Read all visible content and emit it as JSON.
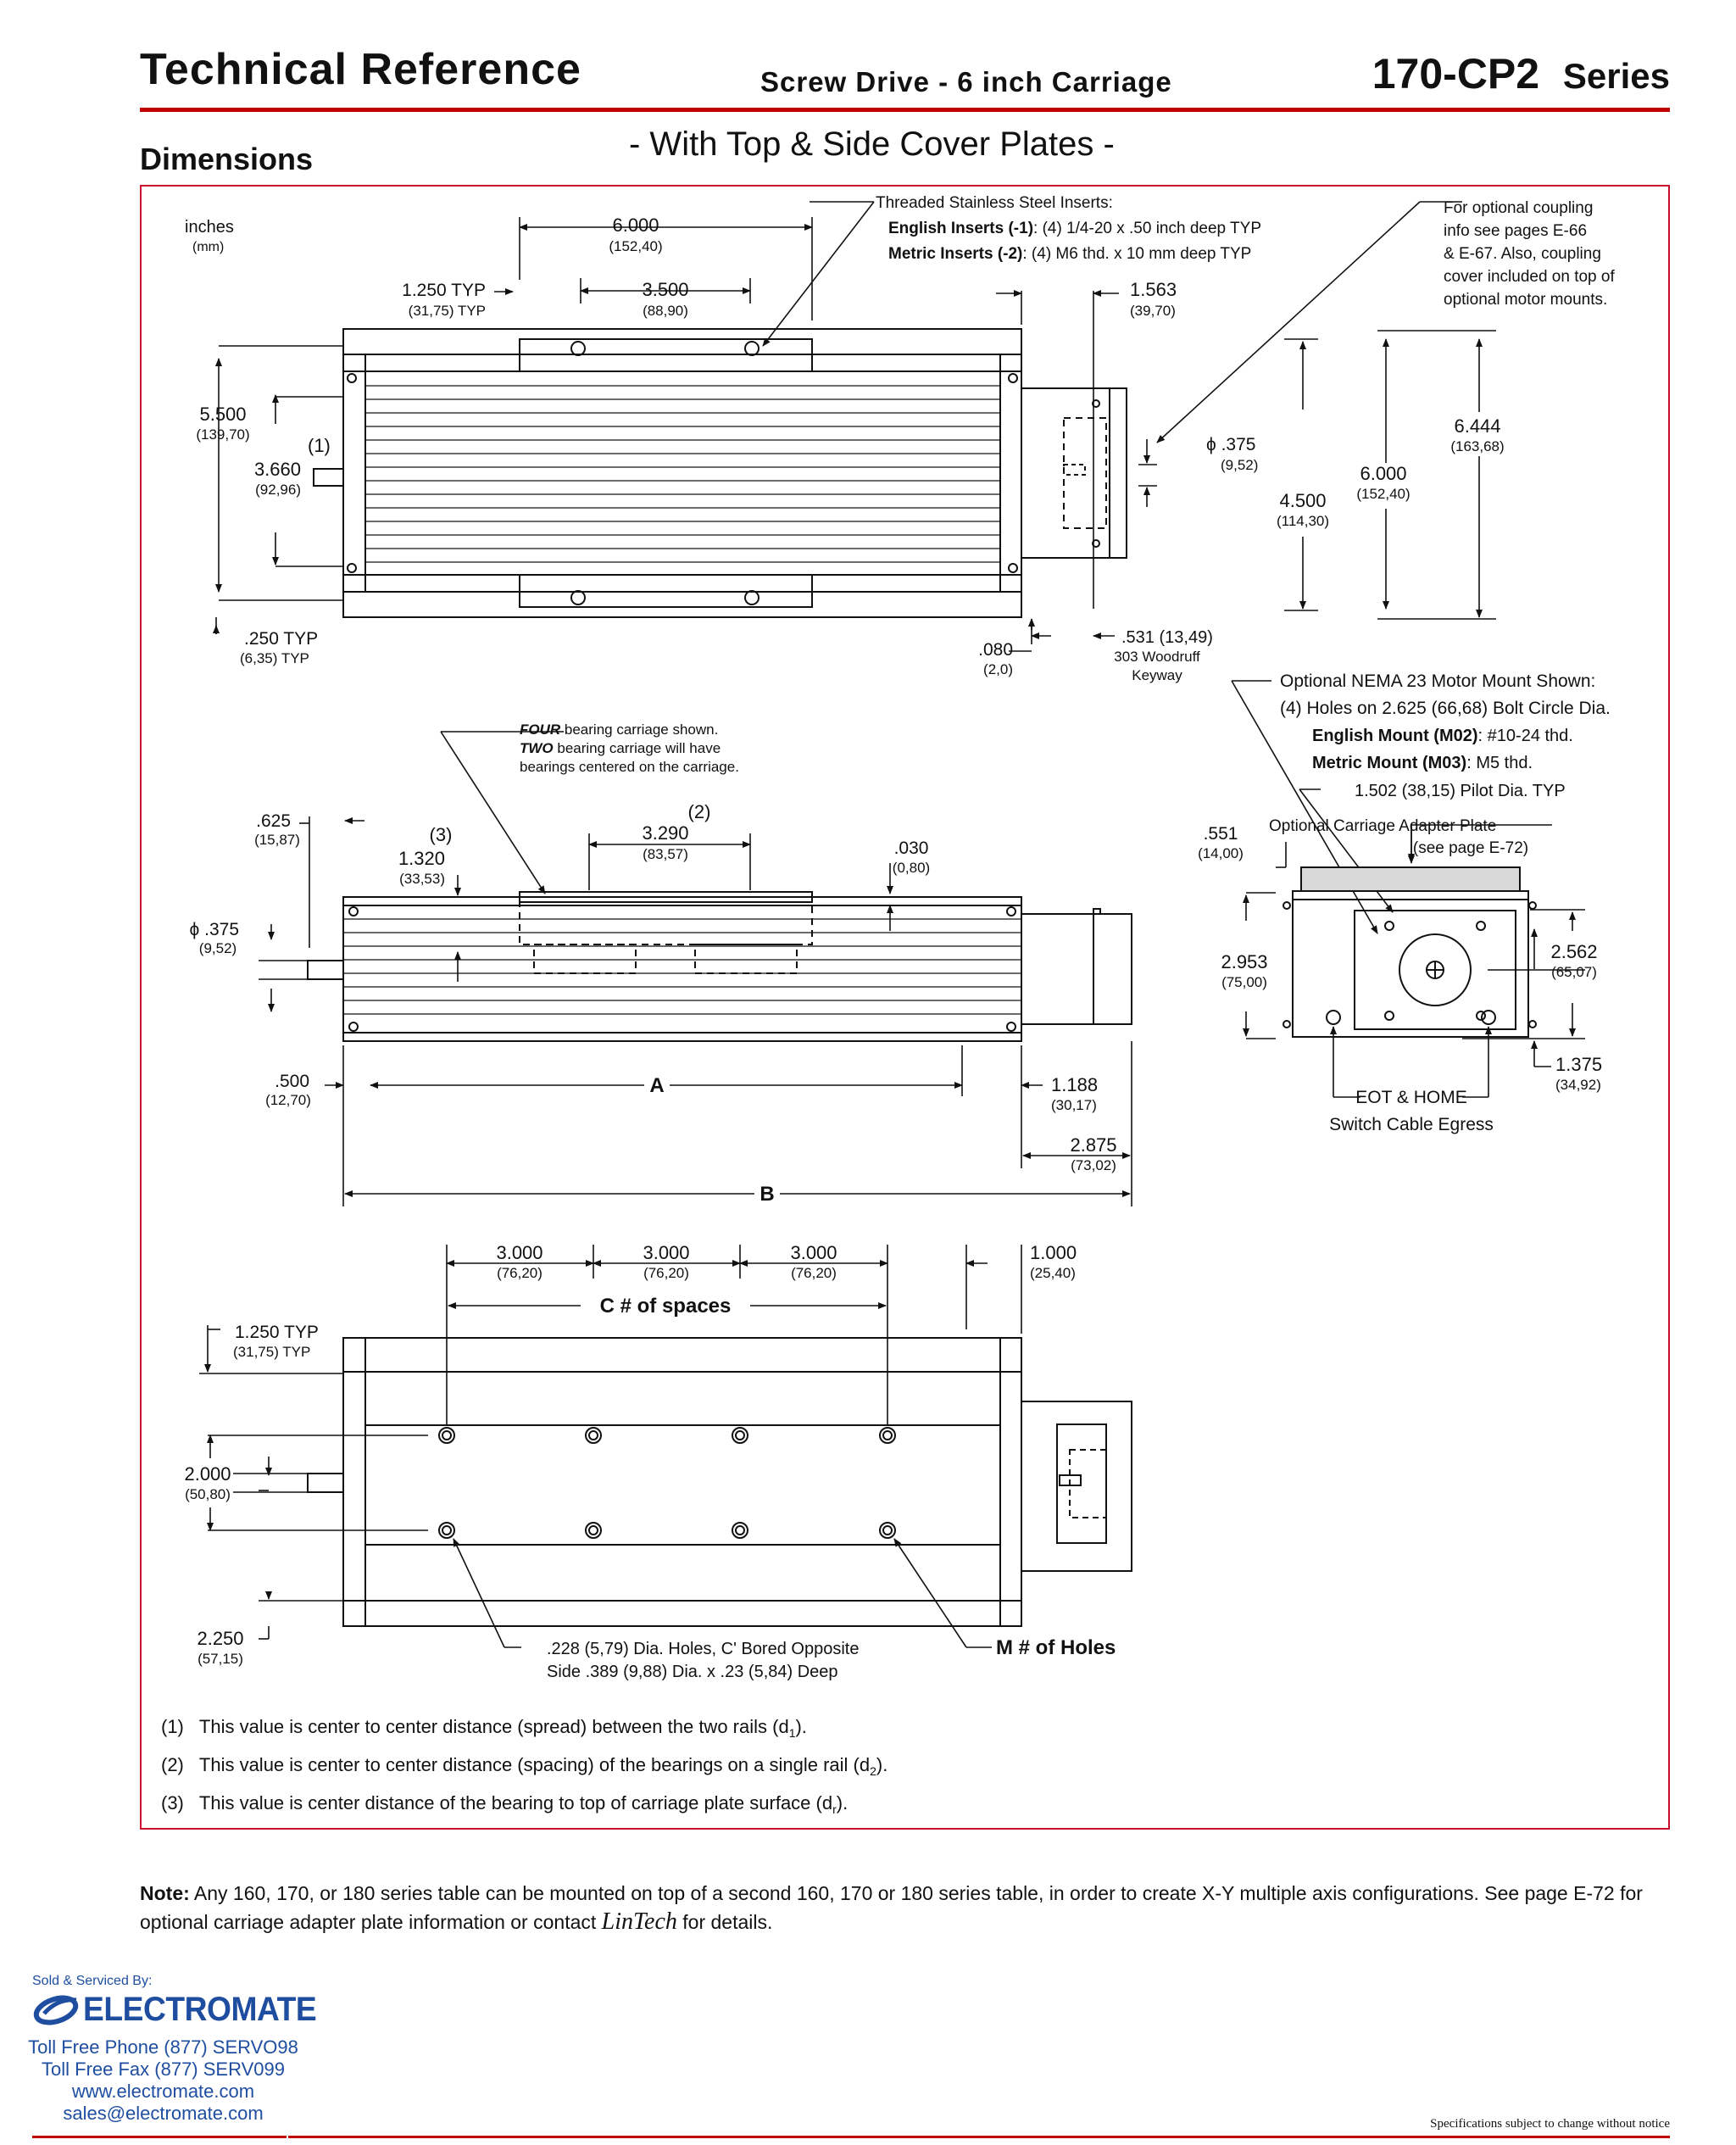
{
  "header": {
    "title": "Technical  Reference",
    "subtitle": "Screw Drive - 6 inch Carriage",
    "series_model": "170-CP2",
    "series_word": "Series"
  },
  "section": {
    "title": "Dimensions",
    "subtitle": "- With Top & Side Cover Plates -"
  },
  "top_view": {
    "units_label": "inches",
    "units_sub": "(mm)",
    "dim_6000": "6.000",
    "dim_6000_mm": "(152,40)",
    "dim_3500": "3.500",
    "dim_3500_mm": "(88,90)",
    "dim_1250": "1.250 TYP",
    "dim_1250_mm": "(31,75) TYP",
    "inserts_title": "Threaded Stainless Steel Inserts:",
    "inserts_english_label": "English Inserts (-1)",
    "inserts_english_value": ":  (4) 1/4-20 x .50 inch deep TYP",
    "inserts_metric_label": "Metric Inserts (-2)",
    "inserts_metric_value": ":  (4)  M6 thd. x 10 mm deep TYP",
    "dim_1563": "1.563",
    "dim_1563_mm": "(39,70)",
    "coupling_note": [
      "For optional coupling",
      "info see pages E-66",
      "& E-67. Also, coupling",
      "cover included on top of",
      "optional motor mounts."
    ],
    "dim_5500": "5.500",
    "dim_5500_mm": "(139,70)",
    "note1_marker": "(1)",
    "dim_3660": "3.660",
    "dim_3660_mm": "(92,96)",
    "dim_phi375": "ϕ .375",
    "dim_phi375_mm": "(9,52)",
    "dim_4500": "4.500",
    "dim_4500_mm": "(114,30)",
    "dim_6000b": "6.000",
    "dim_6000b_mm": "(152,40)",
    "dim_6444": "6.444",
    "dim_6444_mm": "(163,68)",
    "dim_250": ".250 TYP",
    "dim_250_mm": "(6,35) TYP",
    "dim_080": ".080",
    "dim_080_mm": "(2,0)",
    "dim_531": ".531 (13,49)",
    "keyway": [
      "303 Woodruff",
      "Keyway"
    ]
  },
  "motor_mount": {
    "title": "Optional NEMA 23 Motor Mount Shown:",
    "holes": "(4) Holes on 2.625 (66,68) Bolt Circle Dia.",
    "english_label": "English Mount (M02)",
    "english_value": ":  #10-24 thd.",
    "metric_label": "Metric Mount (M03)",
    "metric_value": ":  M5 thd.",
    "pilot": "1.502  (38,15) Pilot Dia. TYP"
  },
  "side_view": {
    "bearing_note_1a": "FOUR",
    "bearing_note_1b": " bearing carriage shown.",
    "bearing_note_2a": "TWO",
    "bearing_note_2b": " bearing carriage will have",
    "bearing_note_3": "bearings centered on the carriage.",
    "dim_625": ".625",
    "dim_625_mm": "(15,87)",
    "note3_marker": "(3)",
    "dim_1320": "1.320",
    "dim_1320_mm": "(33,53)",
    "note2_marker": "(2)",
    "dim_3290": "3.290",
    "dim_3290_mm": "(83,57)",
    "dim_030": ".030",
    "dim_030_mm": "(0,80)",
    "dim_phi375": "ϕ .375",
    "dim_phi375_mm": "(9,52)",
    "dim_500": ".500",
    "dim_500_mm": "(12,70)",
    "label_A": "A",
    "dim_1188": "1.188",
    "dim_1188_mm": "(30,17)",
    "dim_2875": "2.875",
    "dim_2875_mm": "(73,02)",
    "label_B": "B"
  },
  "end_view": {
    "dim_551": ".551",
    "dim_551_mm": "(14,00)",
    "adapter_plate": "Optional Carriage Adapter Plate",
    "adapter_page": "(see page E-72)",
    "dim_2953": "2.953",
    "dim_2953_mm": "(75,00)",
    "dim_2562": "2.562",
    "dim_2562_mm": "(65,07)",
    "dim_1375": "1.375",
    "dim_1375_mm": "(34,92)",
    "eot": "EOT & HOME",
    "egress": "Switch Cable Egress"
  },
  "bottom_view": {
    "dim_3000": "3.000",
    "dim_3000_mm": "(76,20)",
    "dim_1000": "1.000",
    "dim_1000_mm": "(25,40)",
    "label_C": "C # of spaces",
    "dim_1250": "1.250 TYP",
    "dim_1250_mm": "(31,75) TYP",
    "dim_2000": "2.000",
    "dim_2000_mm": "(50,80)",
    "dim_2250": "2.250",
    "dim_2250_mm": "(57,15)",
    "holes_note_1": ".228 (5,79) Dia. Holes, C' Bored Opposite",
    "holes_note_2": "Side .389 (9,88) Dia. x .23 (5,84) Deep",
    "label_M": "M # of Holes"
  },
  "footnotes": [
    {
      "num": "(1)",
      "text": "This value is center to center distance (spread) between the two rails (d",
      "sub": "1",
      "end": ")."
    },
    {
      "num": "(2)",
      "text": "This value is center to center distance (spacing) of the bearings on a single rail (d",
      "sub": "2",
      "end": ")."
    },
    {
      "num": "(3)",
      "text": "This value is center distance of the bearing to top of carriage plate surface (d",
      "sub": "r",
      "end": ")."
    }
  ],
  "note": {
    "label": "Note:",
    "text": " Any 160, 170, or 180 series table can be mounted on top of a second 160, 170 or 180 series table, in order to create X-Y multiple axis configurations. See page E-72 for optional carriage adapter plate information or contact ",
    "brand": "LinTech",
    "end": " for details."
  },
  "footer": {
    "sold_by": "Sold & Serviced By:",
    "logo": "ELECTROMATE",
    "phone": "Toll Free Phone  (877) SERVO98",
    "fax": "Toll Free Fax  (877) SERV099",
    "web": "www.electromate.com",
    "email": "sales@electromate.com",
    "disclaimer": "Specifications subject to change without notice"
  },
  "colors": {
    "accent_red": "#c8102e",
    "brand_blue": "#1f4ea1"
  }
}
